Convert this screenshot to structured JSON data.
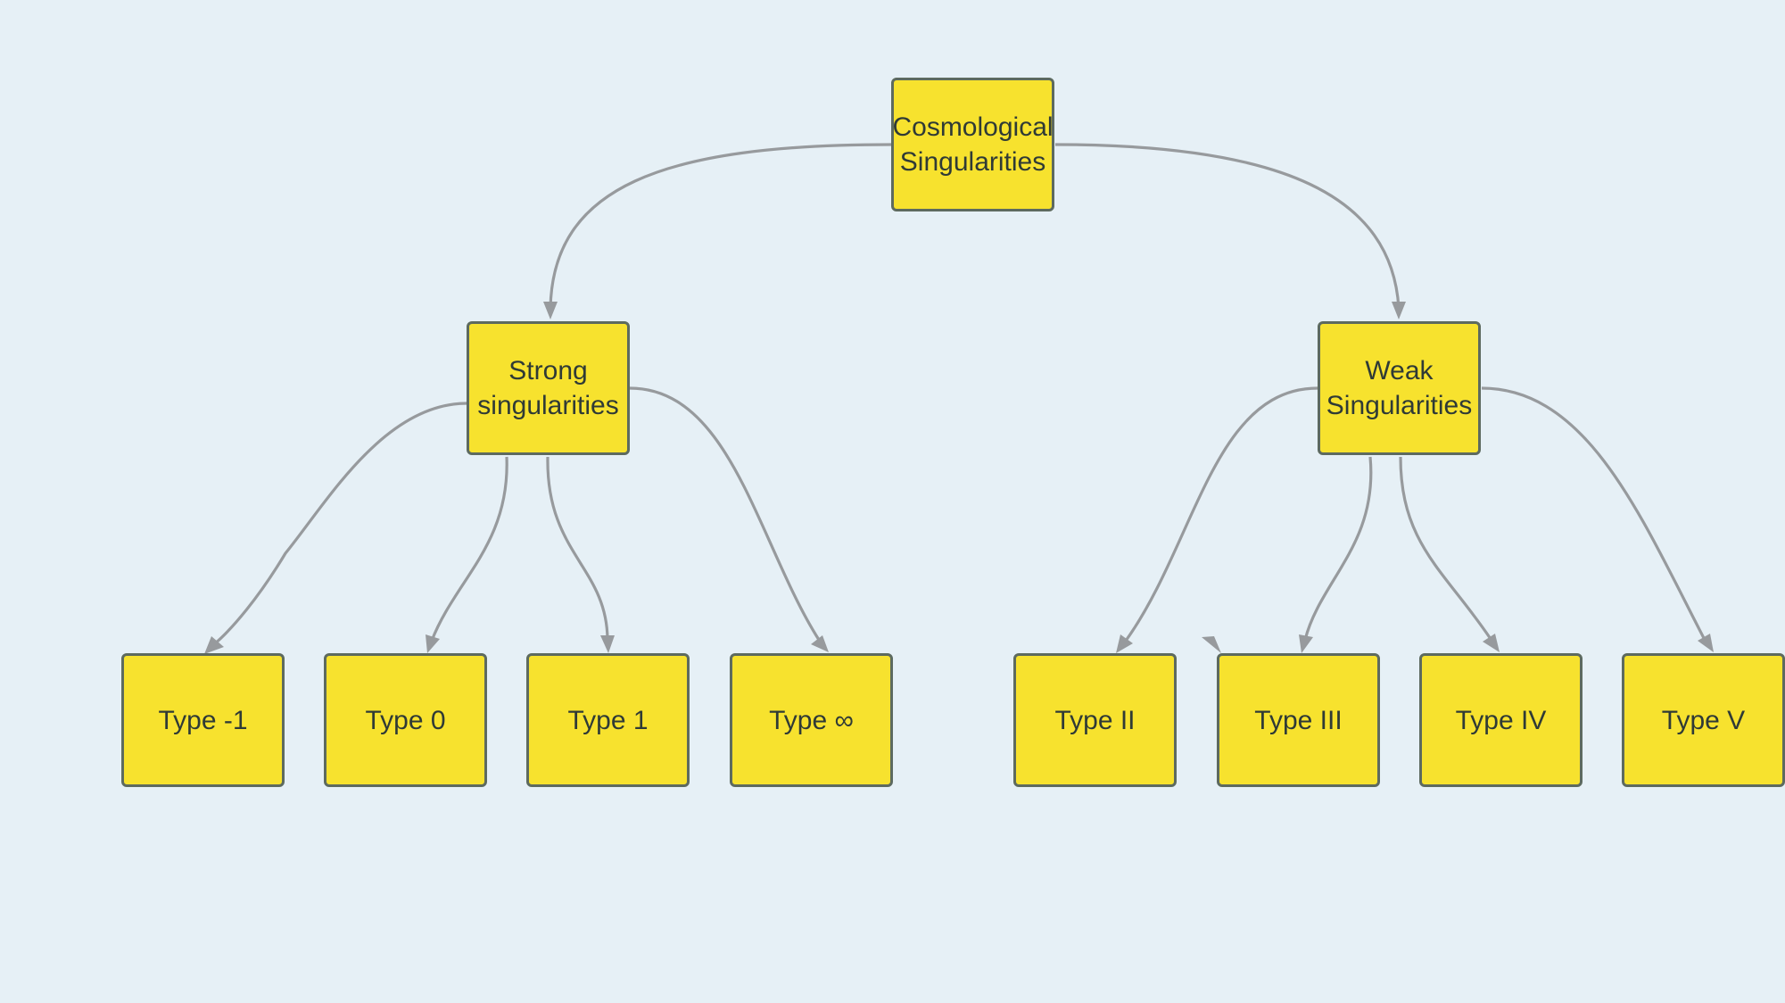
{
  "colors": {
    "background": "#e6f0f6",
    "node_fill": "#f7e22e",
    "node_border": "#5d6a5f",
    "edge": "#979a9d",
    "text": "#2f3a36"
  },
  "nodes": {
    "root": {
      "label": "Cosmological\nSingularities"
    },
    "strong": {
      "label": "Strong\nsingularities"
    },
    "weak": {
      "label": "Weak\nSingularities"
    },
    "type_minus_1": {
      "label": "Type -1"
    },
    "type_0": {
      "label": "Type 0"
    },
    "type_1": {
      "label": "Type 1"
    },
    "type_infinity": {
      "label": "Type ∞"
    },
    "type_ii": {
      "label": "Type II"
    },
    "type_iii": {
      "label": "Type III"
    },
    "type_iv": {
      "label": "Type IV"
    },
    "type_v": {
      "label": "Type V"
    }
  },
  "edges": [
    {
      "from": "root",
      "to": "strong"
    },
    {
      "from": "root",
      "to": "weak"
    },
    {
      "from": "strong",
      "to": "type_minus_1"
    },
    {
      "from": "strong",
      "to": "type_0"
    },
    {
      "from": "strong",
      "to": "type_1"
    },
    {
      "from": "strong",
      "to": "type_infinity"
    },
    {
      "from": "weak",
      "to": "type_ii"
    },
    {
      "from": "weak",
      "to": "type_iii"
    },
    {
      "from": "weak",
      "to": "type_iv"
    },
    {
      "from": "weak",
      "to": "type_v"
    }
  ]
}
